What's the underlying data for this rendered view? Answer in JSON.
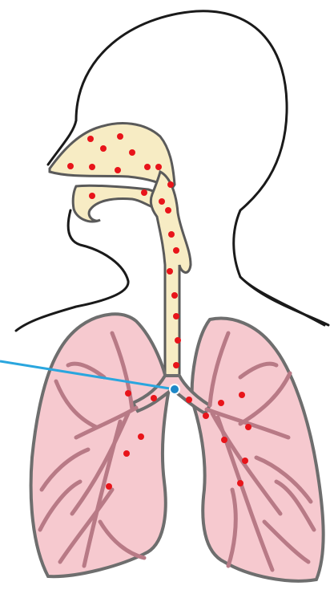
{
  "colors": {
    "outline": "#1a1a1a",
    "airway_fill": "#f7ecc4",
    "airway_stroke": "#5a5a5a",
    "lung_fill": "#f6c9cf",
    "lung_stroke": "#6e6e6e",
    "bronchi_stroke": "#b87a86",
    "dot": "#e8141a",
    "pointer": "#2aa6de",
    "pointer_tip": "#1e88c8"
  },
  "icons": {
    "head": "head-profile-outline",
    "airway": "upper-airway-trachea",
    "lungs": "lungs-with-bronchial-tree",
    "particles": "red-dot-markers",
    "pointer": "callout-pointer-line"
  }
}
